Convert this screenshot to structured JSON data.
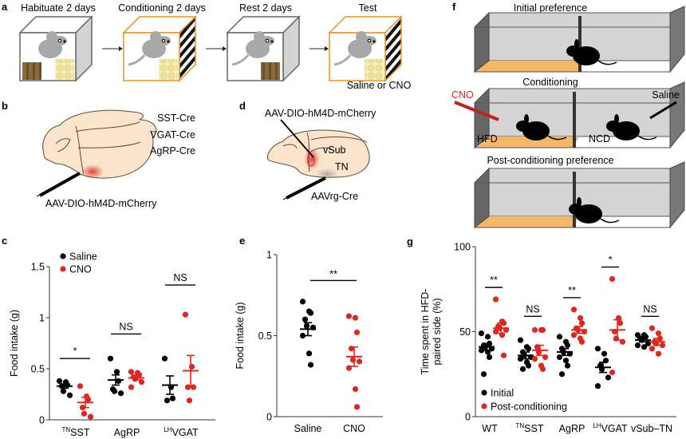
{
  "panels": {
    "a": {
      "label": "a",
      "steps": [
        {
          "title": "Habituate 2 days",
          "box_color": "#666666",
          "striped": false,
          "foods": [
            "chow",
            "hfd"
          ]
        },
        {
          "title": "Conditioning 2 days",
          "box_color": "#e8911e",
          "striped": true,
          "foods": [
            "hfd"
          ]
        },
        {
          "title": "Rest 2 days",
          "box_color": "#666666",
          "striped": false,
          "foods": [
            "chow"
          ]
        },
        {
          "title": "Test",
          "box_color": "#e8911e",
          "striped": true,
          "foods": [
            "hfd"
          ]
        }
      ],
      "test_note": "Saline or CNO"
    },
    "b": {
      "label": "b",
      "lines": [
        "SST-Cre",
        "VGAT-Cre",
        "AgRP-Cre"
      ],
      "injection": "AAV-DIO-hM4D-mCherry"
    },
    "d": {
      "label": "d",
      "top_injection": "AAV-DIO-hM4D-mCherry",
      "region1": "vSub",
      "region2": "TN",
      "bottom_injection": "AAVrg-Cre"
    },
    "f": {
      "label": "f",
      "titles": [
        "Initial preference",
        "Conditioning",
        "Post-conditioning preference"
      ],
      "left_syringe": "CNO",
      "right_syringe": "Saline",
      "left_side": "HFD",
      "right_side": "NCD"
    }
  },
  "colors": {
    "saline": "#000000",
    "cno": "#e0261f",
    "hfd_floor": "#f3b766",
    "box_grey": "#d3d3d3"
  },
  "chart_data": [
    {
      "id": "c",
      "panel_label": "c",
      "type": "scatter",
      "ylabel": "Food intake (g)",
      "ylim": [
        0,
        1.5
      ],
      "yticks": [
        0,
        0.5,
        1,
        1.5
      ],
      "ytick_labels": [
        "0",
        "0.5",
        "1",
        "1.5"
      ],
      "legend": [
        {
          "name": "Saline",
          "color": "#000000"
        },
        {
          "name": "CNO",
          "color": "#e0261f"
        }
      ],
      "legend_position": "top-left",
      "groups": [
        {
          "label_sup": "TN",
          "label": "SST",
          "saline": [
            0.38,
            0.37,
            0.34,
            0.33,
            0.28,
            0.24
          ],
          "saline_mean": 0.33,
          "saline_sem": 0.02,
          "cno": [
            0.33,
            0.23,
            0.2,
            0.12,
            0.06,
            0.03
          ],
          "cno_mean": 0.17,
          "cno_sem": 0.05,
          "sig": "*",
          "sig_y": 0.6
        },
        {
          "label_sup": "",
          "label": "AgRP",
          "saline": [
            0.6,
            0.47,
            0.38,
            0.3,
            0.28,
            0.26
          ],
          "saline_mean": 0.39,
          "saline_sem": 0.05,
          "cno": [
            0.47,
            0.46,
            0.44,
            0.42,
            0.4,
            0.37,
            0.32
          ],
          "cno_mean": 0.41,
          "cno_sem": 0.02,
          "sig": "NS",
          "sig_y": 0.84
        },
        {
          "label_sup": "LH",
          "label": "VGAT",
          "saline": [
            0.6,
            0.32,
            0.21,
            0.19
          ],
          "saline_mean": 0.34,
          "saline_sem": 0.09,
          "cno": [
            1.03,
            0.52,
            0.32,
            0.32,
            0.19
          ],
          "cno_mean": 0.48,
          "cno_sem": 0.15,
          "sig": "NS",
          "sig_y": 1.32
        }
      ]
    },
    {
      "id": "e",
      "panel_label": "e",
      "type": "scatter",
      "ylabel": "Food intake (g)",
      "ylim": [
        0,
        1
      ],
      "yticks": [
        0,
        0.5,
        1
      ],
      "ytick_labels": [
        "0",
        "0.5",
        "1"
      ],
      "categories": [
        "Saline",
        "CNO"
      ],
      "series": [
        {
          "name": "Saline",
          "color": "#000000",
          "values": [
            0.71,
            0.65,
            0.64,
            0.6,
            0.56,
            0.55,
            0.5,
            0.39,
            0.32
          ],
          "mean": 0.54,
          "sem": 0.04
        },
        {
          "name": "CNO",
          "color": "#e0261f",
          "values": [
            0.62,
            0.61,
            0.52,
            0.42,
            0.35,
            0.34,
            0.3,
            0.17,
            0.06
          ],
          "mean": 0.37,
          "sem": 0.06
        }
      ],
      "sig": "**",
      "sig_y": 0.84
    },
    {
      "id": "g",
      "panel_label": "g",
      "type": "scatter",
      "ylabel_line1": "Time spent in HFD-",
      "ylabel_line2": "paired side (%)",
      "ylim": [
        0,
        100
      ],
      "yticks": [
        0,
        50,
        100
      ],
      "ytick_labels": [
        "0",
        "50",
        "100"
      ],
      "legend": [
        {
          "name": "Initial",
          "color": "#000000"
        },
        {
          "name": "Post-conditioning",
          "color": "#e0261f"
        }
      ],
      "legend_position": "bottom-left",
      "groups": [
        {
          "label_sup": "",
          "label": "WT",
          "initial": [
            49,
            47,
            43,
            42,
            41,
            40,
            39,
            38,
            35,
            25
          ],
          "initial_mean": 41,
          "initial_sem": 2,
          "post": [
            69,
            56,
            55,
            53,
            52,
            51,
            50,
            48,
            36
          ],
          "post_mean": 52,
          "post_sem": 3,
          "sig": "**",
          "sig_y": 76
        },
        {
          "label_sup": "TN",
          "label": "SST",
          "initial": [
            45,
            41,
            40,
            38,
            36,
            35,
            34,
            32,
            30,
            28
          ],
          "initial_mean": 36,
          "initial_sem": 2,
          "post": [
            51,
            51,
            51,
            41,
            38,
            35,
            34,
            30,
            28
          ],
          "post_mean": 39,
          "post_sem": 3,
          "sig": "NS",
          "sig_y": 59
        },
        {
          "label_sup": "",
          "label": "AgRP",
          "initial": [
            47,
            44,
            42,
            40,
            38,
            37,
            35,
            33,
            30,
            25
          ],
          "initial_mean": 38,
          "initial_sem": 2,
          "post": [
            63,
            58,
            55,
            52,
            51,
            50,
            48,
            46,
            44
          ],
          "post_mean": 51,
          "post_sem": 2,
          "sig": "**",
          "sig_y": 70
        },
        {
          "label_sup": "LH",
          "label": "VGAT",
          "initial": [
            40,
            37,
            33,
            30,
            28,
            23,
            18
          ],
          "initial_mean": 29,
          "initial_sem": 3,
          "post": [
            81,
            58,
            55,
            50,
            46,
            44,
            26
          ],
          "post_mean": 51,
          "post_sem": 6,
          "sig": "*",
          "sig_y": 88
        },
        {
          "label_sup": "",
          "label": "vSub–TN",
          "initial": [
            48,
            48,
            47,
            46,
            45,
            43,
            42,
            41
          ],
          "initial_mean": 45,
          "initial_sem": 1,
          "post": [
            52,
            49,
            46,
            44,
            43,
            42,
            40,
            37
          ],
          "post_mean": 44,
          "post_sem": 2,
          "sig": "NS",
          "sig_y": 59
        }
      ]
    }
  ]
}
